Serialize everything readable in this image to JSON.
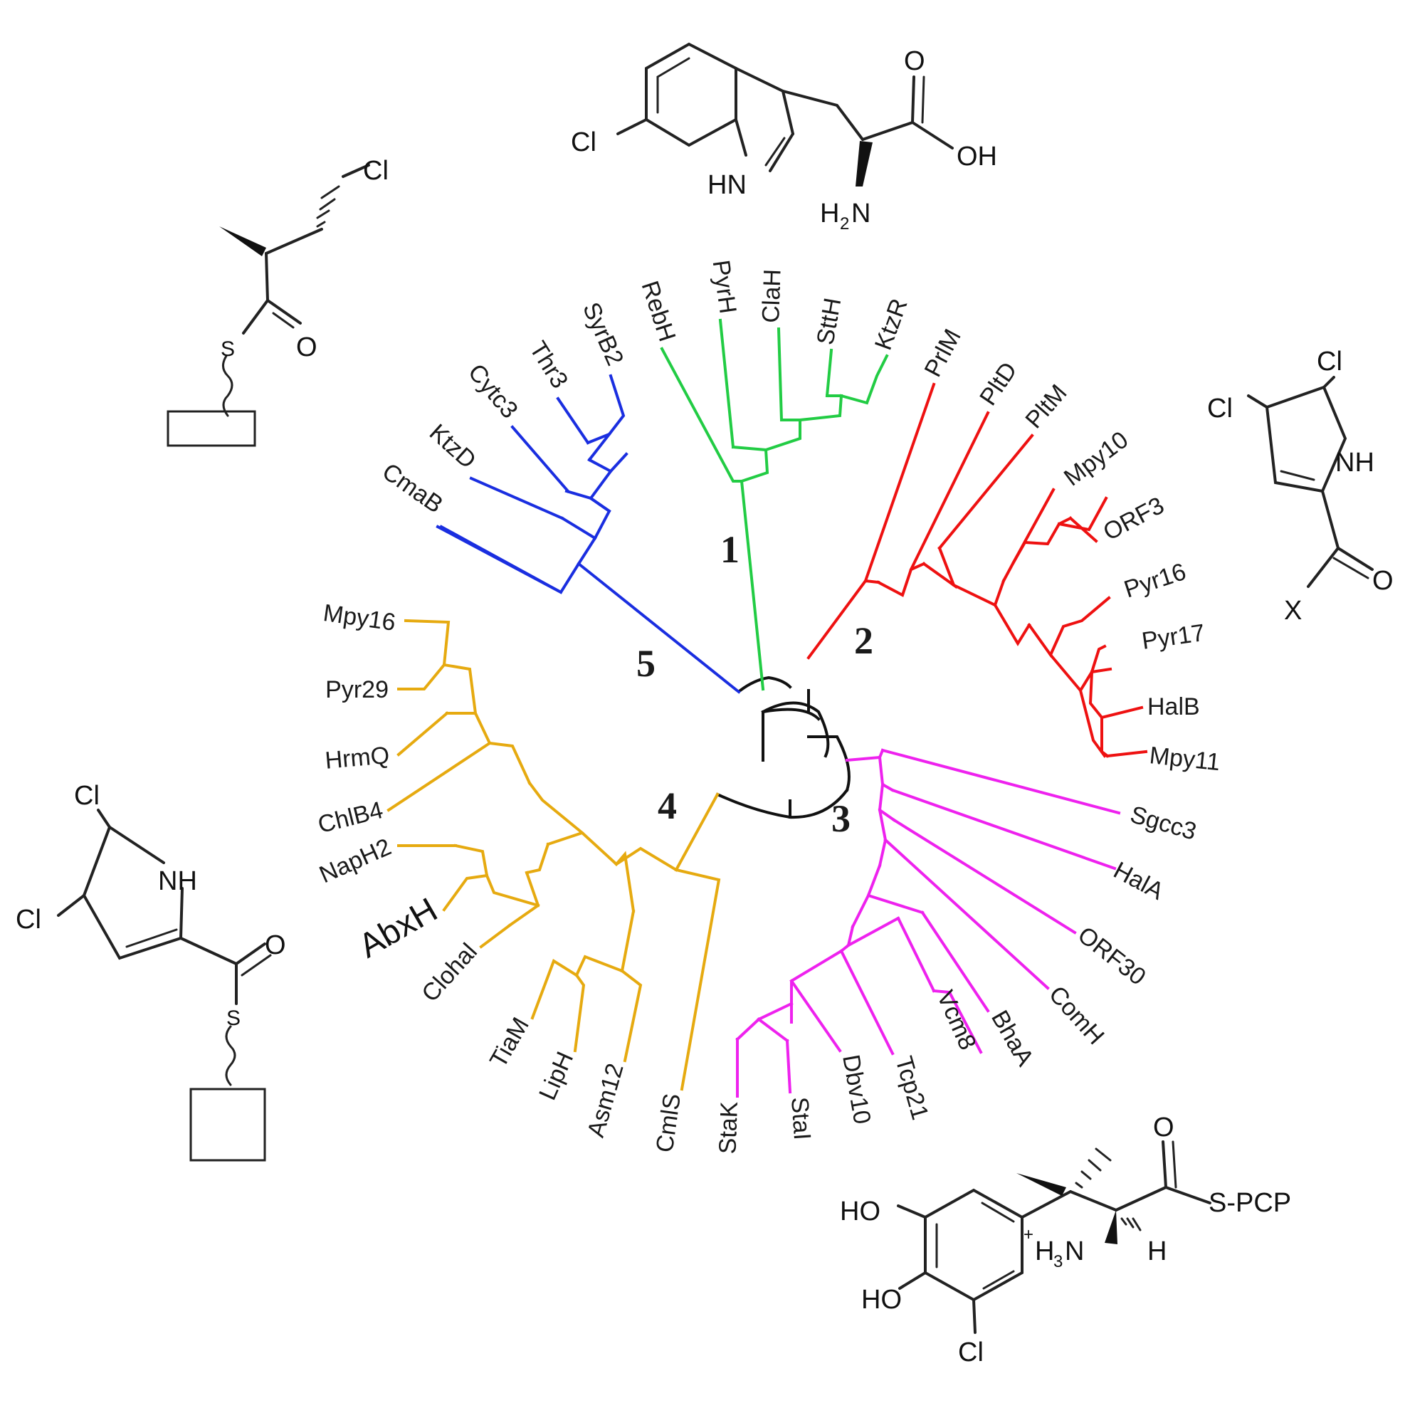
{
  "tree": {
    "clades": [
      {
        "id": "1",
        "color": "#22cc44",
        "leaves": [
          "RebH",
          "PyrH",
          "ClaH",
          "SttH",
          "KtzR"
        ]
      },
      {
        "id": "2",
        "color": "#ee1111",
        "leaves": [
          "PrlM",
          "PltD",
          "PltM",
          "Mpy10",
          "ORF3",
          "Pyr16",
          "Pyr17",
          "HalB",
          "Mpy11"
        ]
      },
      {
        "id": "3",
        "color": "#ee22ee",
        "leaves": [
          "Sgcc3",
          "HalA",
          "ORF30",
          "ComH",
          "BhaA",
          "Vcm8",
          "Tcp21",
          "Dbv10",
          "StaI",
          "StaK"
        ]
      },
      {
        "id": "4",
        "color": "#e6aa10",
        "leaves": [
          "CmlS",
          "Asm12",
          "LipH",
          "TiaM",
          "Clohal",
          "AbxH",
          "NapH2",
          "ChlB4",
          "HrmQ",
          "Pyr29",
          "Mpy16"
        ]
      },
      {
        "id": "5",
        "color": "#1a2ee0",
        "leaves": [
          "CmaB",
          "KtzD",
          "Cytc3",
          "Thr3",
          "SyrB2"
        ]
      }
    ],
    "highlight_leaf": "AbxH",
    "root_color": "#111111"
  },
  "structures": {
    "top_center": {
      "atoms": [
        "Cl",
        "HN",
        "O",
        "OH",
        "H",
        "2",
        "N"
      ]
    },
    "top_left": {
      "atoms": [
        "Cl",
        "S",
        "O"
      ]
    },
    "right": {
      "atoms": [
        "Cl",
        "Cl",
        "NH",
        "O",
        "X"
      ]
    },
    "bottom_left": {
      "atoms": [
        "Cl",
        "NH",
        "Cl",
        "O",
        "S"
      ]
    },
    "bottom_right": {
      "atoms": [
        "O",
        "S-PCP",
        "HO",
        "+",
        "H",
        "3",
        "N",
        "H",
        "HO",
        "Cl"
      ]
    }
  }
}
